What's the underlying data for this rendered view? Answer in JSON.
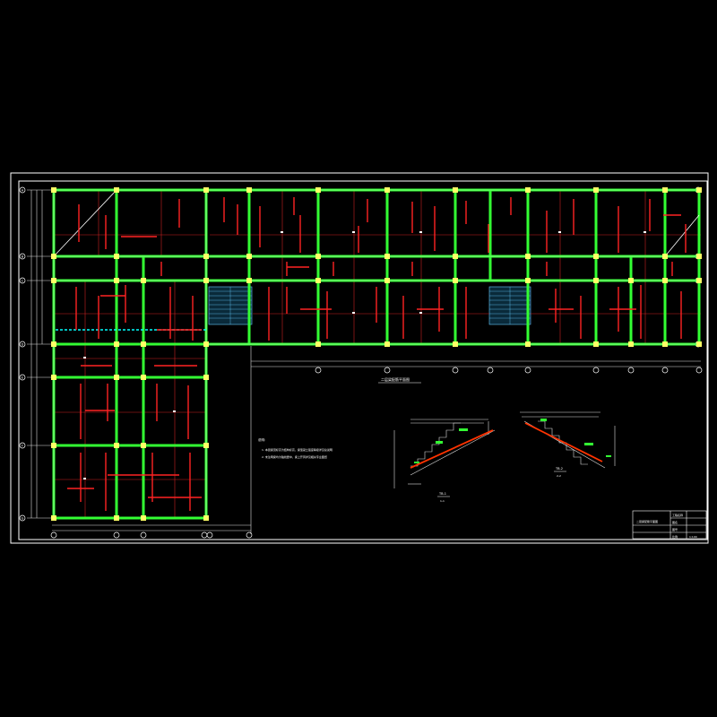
{
  "colors": {
    "background": "#000000",
    "frame": "#ffffff",
    "beam": "#33ff33",
    "beam_core": "#ccffcc",
    "column": "#ffff66",
    "rebar": "#ff2222",
    "thin_rebar": "#cc2222",
    "dimension": "#dddddd",
    "stair_hatch": "#66ccff",
    "highlight": "#00ffff",
    "step": "#ff3300"
  },
  "labels": {
    "plan_title": "二层梁配筋平面图",
    "stair_section_1_title": "TB-1",
    "stair_section_1_sub": "1-1",
    "stair_section_2_title": "TB-2",
    "stair_section_2_sub": "2-2",
    "notes_heading": "说明:",
    "note_1": "1. 本层梁顶标高为结构标高，梁混凝土强度等级详见总说明",
    "note_2": "2. 未注明梁均为轴线居中，梁上开洞详见相关专业图纸",
    "grid_row_a": "A",
    "grid_row_b": "B",
    "grid_row_c": "C",
    "grid_row_d": "D",
    "grid_row_e": "E",
    "grid_row_f": "F",
    "grid_row_g": "G"
  },
  "title_block": {
    "row1": "工程名称",
    "row2": "图名",
    "row3": "图号",
    "row4": "比例",
    "drawing_name": "二层梁配筋平面图",
    "scale": "1:100"
  }
}
